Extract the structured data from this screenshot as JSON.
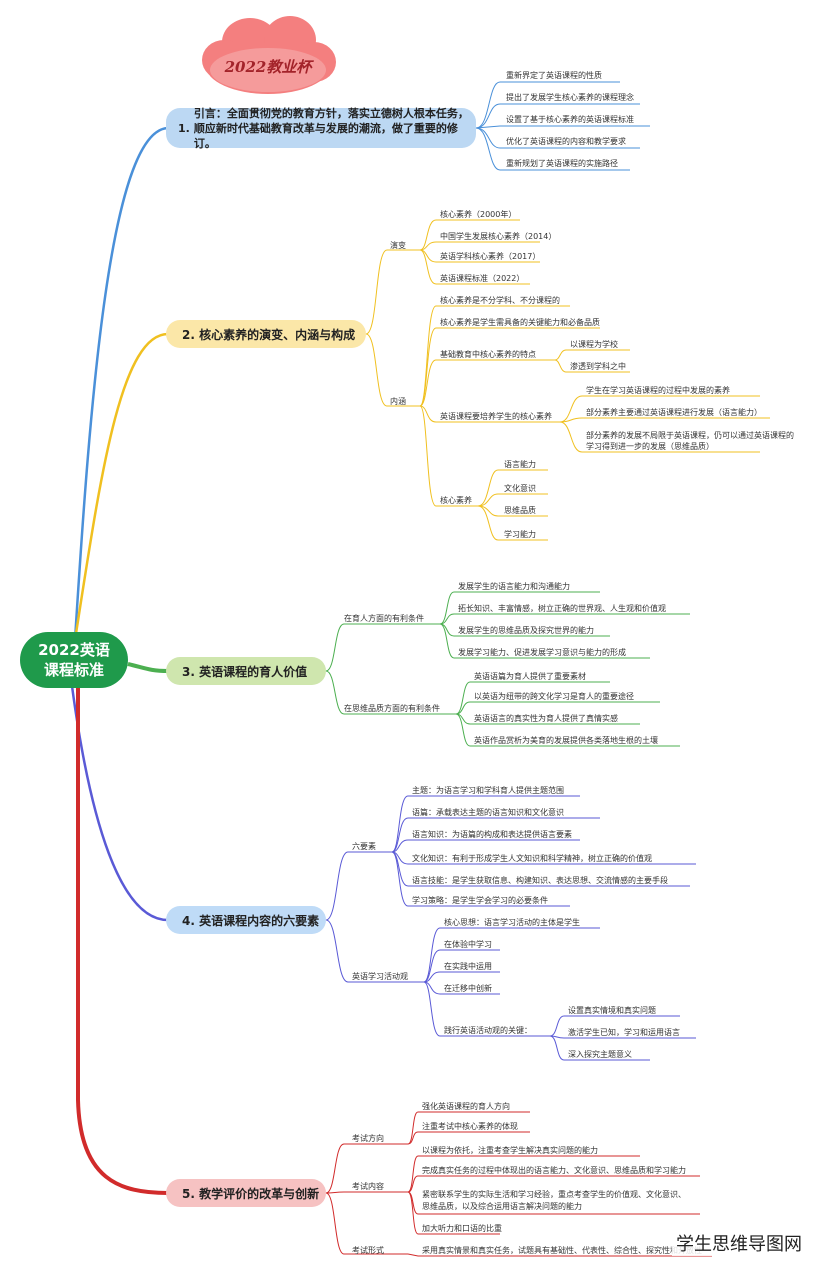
{
  "title_badge": "2022教业杯",
  "center": {
    "line1": "2022英语",
    "line2": "课程标准"
  },
  "b1": {
    "label_num": "1.",
    "label_line1": "引言：全面贯彻党的教育方针，落实立德树人根本任务，",
    "label_line2": "顺应新时代基础教育改革与发展的潮流，做了重要的修订。",
    "items": [
      "重新界定了英语课程的性质",
      "提出了发展学生核心素养的课程理念",
      "设置了基于核心素养的英语课程标准",
      "优化了英语课程的内容和教学要求",
      "重新规划了英语课程的实施路径"
    ]
  },
  "b2": {
    "label": "2. 核心素养的演变、内涵与构成",
    "yanbian": "演变",
    "yanbian_items": [
      "核心素养（2000年）",
      "中国学生发展核心素养（2014）",
      "英语学科核心素养（2017）",
      "英语课程标准（2022）"
    ],
    "neihan": "内涵",
    "n1": "核心素养是不分学科、不分课程的",
    "n2": "核心素养是学生需具备的关键能力和必备品质",
    "n3": "基础教育中核心素养的特点",
    "n3_items": [
      "以课程为学校",
      "渗透到学科之中"
    ],
    "n4": "英语课程要培养学生的核心素养",
    "n4_items": [
      "学生在学习英语课程的过程中发展的素养",
      "部分素养主要通过英语课程进行发展（语言能力）",
      "部分素养的发展不局限于英语课程，仍可以通过英语课程的",
      "学习得到进一步的发展（思维品质）"
    ],
    "n5": "核心素养",
    "n5_items": [
      "语言能力",
      "文化意识",
      "思维品质",
      "学习能力"
    ]
  },
  "b3": {
    "label": "3. 英语课程的育人价值",
    "g1": "在育人方面的有利条件",
    "g1_items": [
      "发展学生的语言能力和沟通能力",
      "拓长知识、丰富情感，树立正确的世界观、人生观和价值观",
      "发展学生的思维品质及探究世界的能力",
      "发展学习能力、促进发展学习意识与能力的形成"
    ],
    "g2": "在思维品质方面的有利条件",
    "g2_items": [
      "英语语篇为育人提供了重要素材",
      "以英语为纽带的跨文化学习是育人的重要途径",
      "英语语言的真实性为育人提供了真情实感",
      "英语作品赏析为美育的发展提供各类落地生根的土壤"
    ]
  },
  "b4": {
    "label": "4. 英语课程内容的六要素",
    "g1": "六要素",
    "g1_items": [
      "主题：为语言学习和学科育人提供主题范围",
      "语篇：承载表达主题的语言知识和文化意识",
      "语言知识：为语篇的构成和表达提供语言要素",
      "文化知识：有利于形成学生人文知识和科学精神，树立正确的价值观",
      "语言技能：是学生获取信息、构建知识、表达思想、交流情感的主要手段",
      "学习策略：是学生学会学习的必要条件"
    ],
    "g2": "英语学习活动观",
    "g2_items": [
      "核心思想：语言学习活动的主体是学生",
      "在体验中学习",
      "在实践中运用",
      "在迁移中创新"
    ],
    "g2_key": "践行英语活动观的关键：",
    "g2_key_items": [
      "设置真实情境和真实问题",
      "激活学生已知，学习和运用语言",
      "深入探究主题意义"
    ]
  },
  "b5": {
    "label": "5. 教学评价的改革与创新",
    "g1": "考试方向",
    "g1_items": [
      "强化英语课程的育人方向",
      "注重考试中核心素养的体现"
    ],
    "g2": "考试内容",
    "g2_items": [
      "以课程为依托，注重考查学生解决真实问题的能力",
      "完成真实任务的过程中体现出的语言能力、文化意识、思维品质和学习能力",
      "紧密联系学生的实际生活和学习经验，重点考查学生的价值观、文化意识、",
      "思维品质，以及综合运用语言解决问题的能力",
      "加大听力和口语的比重"
    ],
    "g3": "考试形式",
    "g3_items": [
      "采用真实情景和真实任务，试题具有基础性、代表性、综合性、探究性和开放性"
    ]
  },
  "watermark": "学生思维导图网",
  "colors": {
    "b1": "#4a90d9",
    "b2": "#f0c020",
    "b3": "#4caf50",
    "b4": "#5a5ad6",
    "b5": "#d12b2b",
    "center": "#1f9a4b",
    "cloud": "#f47f7f"
  }
}
